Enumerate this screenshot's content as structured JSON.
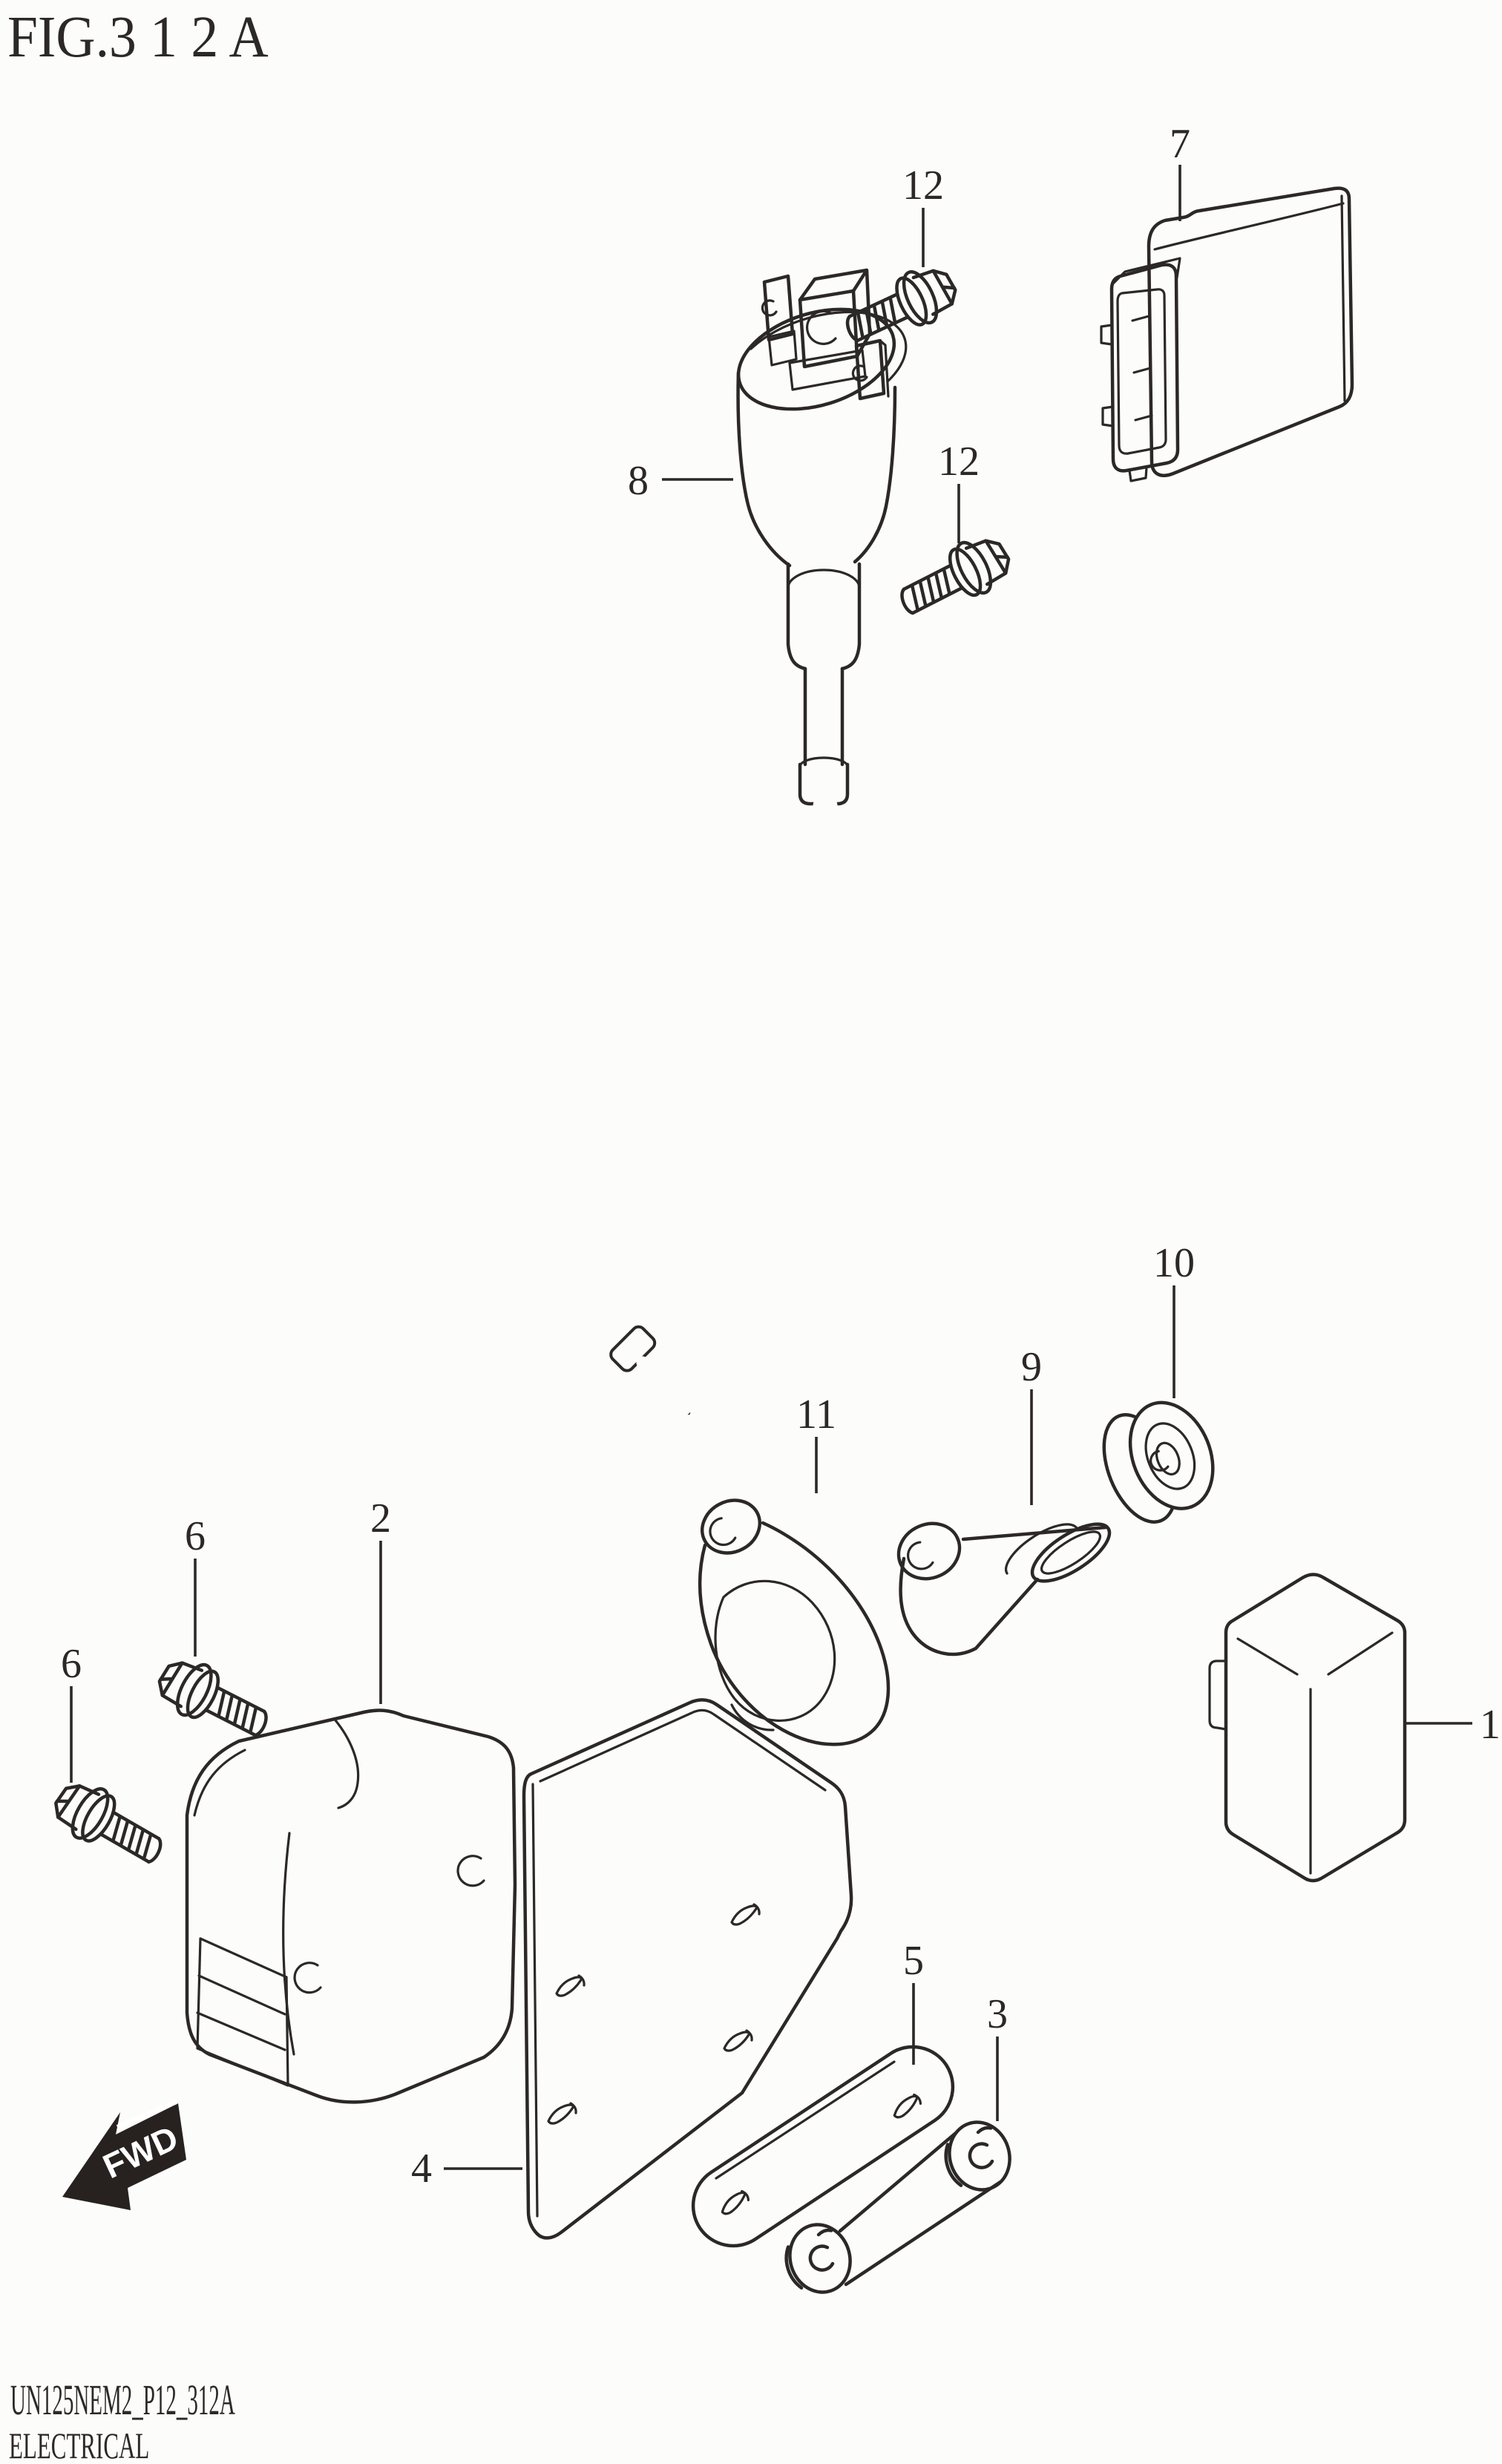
{
  "figure": {
    "title": "FIG.3 1 2 A"
  },
  "footer": {
    "model_code": "UN125NEM2_P12_312A",
    "section_title": "ELECTRICAL"
  },
  "direction_marker": {
    "label": "FWD"
  },
  "colors": {
    "line": "#2b2826",
    "background": "#fcfcfb",
    "marker_fill": "#272220",
    "marker_text": "#ffffff"
  },
  "callouts": [
    {
      "part": "7"
    },
    {
      "part": "12"
    },
    {
      "part": "8"
    },
    {
      "part": "12"
    },
    {
      "part": "10"
    },
    {
      "part": "9"
    },
    {
      "part": "11"
    },
    {
      "part": "2"
    },
    {
      "part": "6"
    },
    {
      "part": "6"
    },
    {
      "part": "1"
    },
    {
      "part": "4"
    },
    {
      "part": "5"
    },
    {
      "part": "3"
    }
  ]
}
